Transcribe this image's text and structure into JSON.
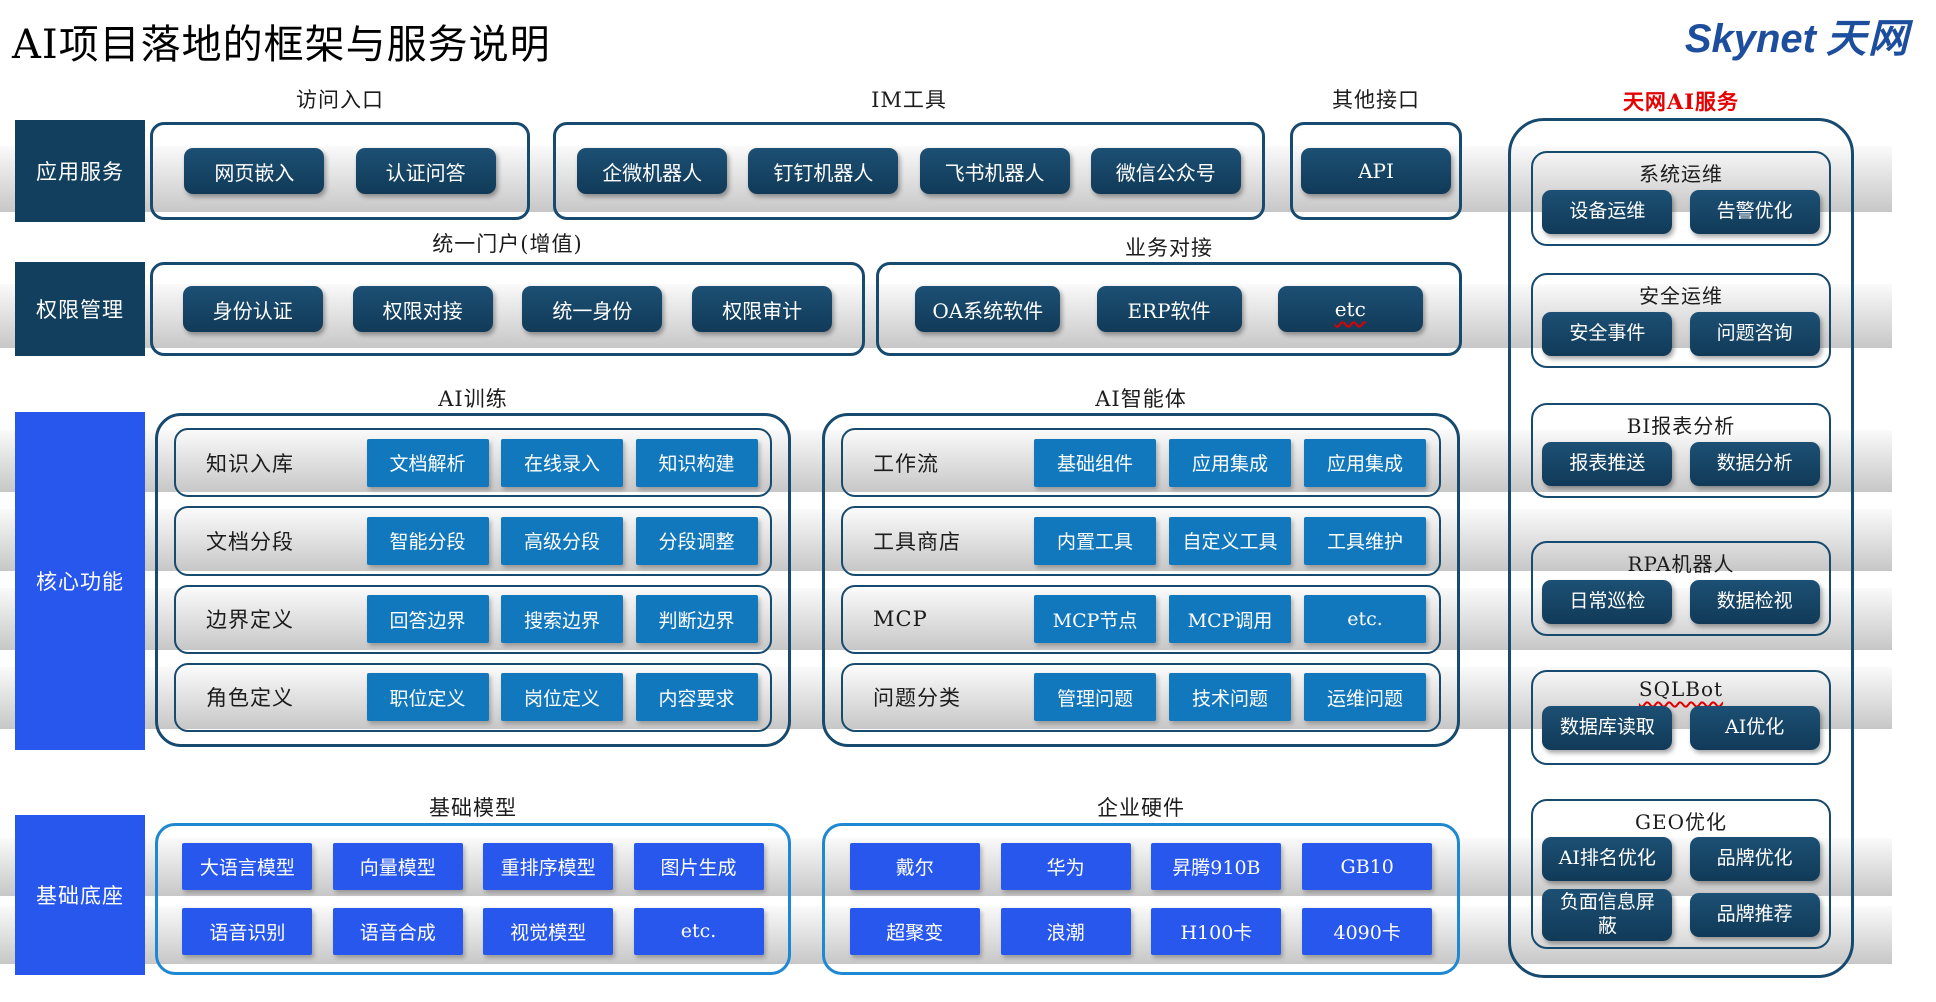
{
  "page": {
    "title": "AI项目落地的框架与服务说明"
  },
  "logo": {
    "brand_en": "Skynet",
    "brand_cn": "天网"
  },
  "sidebar": [
    {
      "label": "应用服务"
    },
    {
      "label": "权限管理"
    },
    {
      "label": "核心功能"
    },
    {
      "label": "基础底座"
    }
  ],
  "groups": {
    "access": {
      "label": "访问入口",
      "buttons": [
        "网页嵌入",
        "认证问答"
      ]
    },
    "im": {
      "label": "IM工具",
      "buttons": [
        "企微机器人",
        "钉钉机器人",
        "飞书机器人",
        "微信公众号"
      ]
    },
    "other": {
      "label": "其他接口",
      "buttons": [
        "API"
      ]
    },
    "portal": {
      "label": "统一门户(增值)",
      "buttons": [
        "身份认证",
        "权限对接",
        "统一身份",
        "权限审计"
      ]
    },
    "business": {
      "label": "业务对接",
      "buttons": [
        "OA系统软件",
        "ERP软件",
        {
          "label": "etc",
          "wavy": true
        }
      ]
    },
    "ai_training": {
      "label": "AI训练",
      "rows": [
        {
          "label": "知识入库",
          "buttons": [
            "文档解析",
            "在线录入",
            "知识构建"
          ]
        },
        {
          "label": "文档分段",
          "buttons": [
            "智能分段",
            "高级分段",
            "分段调整"
          ]
        },
        {
          "label": "边界定义",
          "buttons": [
            "回答边界",
            "搜索边界",
            "判断边界"
          ]
        },
        {
          "label": "角色定义",
          "buttons": [
            "职位定义",
            "岗位定义",
            "内容要求"
          ]
        }
      ]
    },
    "ai_agent": {
      "label": "AI智能体",
      "rows": [
        {
          "label": "工作流",
          "buttons": [
            "基础组件",
            "应用集成",
            "应用集成"
          ]
        },
        {
          "label": "工具商店",
          "buttons": [
            "内置工具",
            "自定义工具",
            "工具维护"
          ]
        },
        {
          "label": "MCP",
          "buttons": [
            "MCP节点",
            "MCP调用",
            "etc."
          ]
        },
        {
          "label": "问题分类",
          "buttons": [
            "管理问题",
            "技术问题",
            "运维问题"
          ]
        }
      ]
    },
    "base_models": {
      "label": "基础模型",
      "buttons": [
        "大语言模型",
        "向量模型",
        "重排序模型",
        "图片生成",
        "语音识别",
        "语音合成",
        "视觉模型",
        "etc."
      ]
    },
    "hardware": {
      "label": "企业硬件",
      "buttons": [
        "戴尔",
        "华为",
        "昇腾910B",
        "GB10",
        "超聚变",
        "浪潮",
        "H100卡",
        "4090卡"
      ]
    }
  },
  "right_panel": {
    "header": "天网AI服务",
    "groups": [
      {
        "label": "系统运维",
        "buttons": [
          "设备运维",
          "告警优化"
        ]
      },
      {
        "label": "安全运维",
        "buttons": [
          "安全事件",
          "问题咨询"
        ]
      },
      {
        "label": "BI报表分析",
        "buttons": [
          "报表推送",
          "数据分析"
        ]
      },
      {
        "label": "RPA机器人",
        "buttons": [
          "日常巡检",
          "数据检视"
        ]
      },
      {
        "label": "SQLBot",
        "buttons": [
          "数据库读取",
          "AI优化"
        ]
      },
      {
        "label": "GEO优化",
        "buttons": [
          "AI排名优化",
          "品牌优化",
          "负面信息屏蔽",
          "品牌推荐"
        ]
      }
    ]
  },
  "colors": {
    "dark_navy": "#123f5e",
    "medium_blue": "#1278be",
    "bright_blue": "#2857ee",
    "border_navy": "#164a6e",
    "bottom_border_blue": "#1e88d2",
    "accent_red": "#e60000",
    "logo_blue": "#1d4e9e"
  }
}
